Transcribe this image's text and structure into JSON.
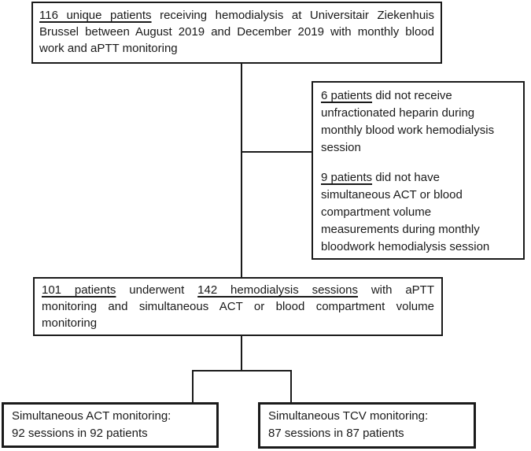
{
  "diagram": {
    "cohort": {
      "underlined": "116 unique patients",
      "line1_rest": " receiving hemodialysis at Universitair Ziekenhuis",
      "line2": "Brussel between August 2019 and December 2019 with monthly blood",
      "line3": "work and aPTT monitoring"
    },
    "exclusions": {
      "p1_underlined": "6 patients",
      "p1_line1_rest": " did not receive",
      "p1_line2": "unfractionated heparin during",
      "p1_line3": "monthly blood work hemodialysis",
      "p1_line4": "session",
      "p2_underlined": "9 patients",
      "p2_line1_rest": " did not have",
      "p2_line2": "simultaneous ACT or blood",
      "p2_line3": "compartment volume",
      "p2_line4": "measurements during monthly",
      "p2_line5": "bloodwork hemodialysis session"
    },
    "included": {
      "underlined1": "101 patients",
      "mid": " underwent ",
      "underlined2": "142 hemodialysis sessions",
      "line1_rest": " with aPTT",
      "line2": "monitoring and simultaneous ACT or blood compartment volume",
      "line3": "monitoring"
    },
    "act": {
      "line1": "Simultaneous ACT monitoring:",
      "line2": "92 sessions in 92 patients"
    },
    "tcv": {
      "line1": "Simultaneous TCV monitoring:",
      "line2": "87 sessions in 87 patients"
    }
  },
  "colors": {
    "border": "#1a1a1a",
    "text": "#1a1a1a",
    "background": "#ffffff"
  }
}
